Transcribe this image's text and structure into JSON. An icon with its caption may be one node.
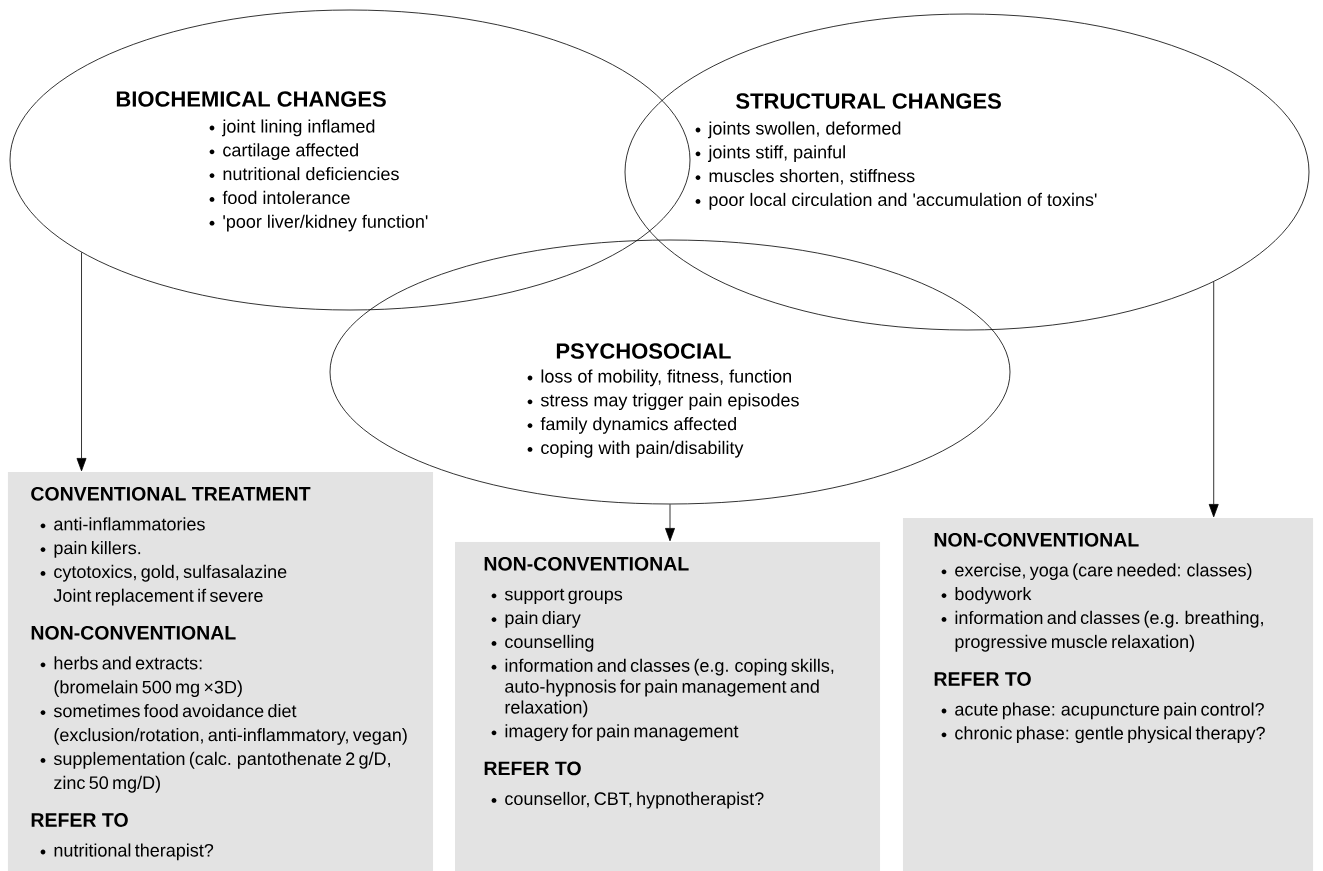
{
  "diagram": {
    "nodes": [
      {
        "text": [
          "BIOCHEMICAL CHANGES",
          "joint lining inflamed",
          "cartilage affected",
          "nutritional deficiencies",
          "food intolerance",
          "'poor liver/kidney function'"
        ]
      },
      {
        "text": [
          "STRUCTURAL CHANGES",
          "joints swollen, deformed",
          "joints stiff, painful",
          "muscles shorten, stiffness",
          "poor local circulation and 'accumulation of toxins'"
        ]
      },
      {
        "text": [
          "PSYCHOSOCIAL",
          "loss of mobility, fitness, function",
          "stress may trigger pain episodes",
          "family dynamics affected",
          "coping with pain/disability"
        ]
      },
      {
        "text": [
          "CONVENTIONAL TREATMENT",
          "anti-inflammatories",
          "pain killers.",
          "cytotoxics, gold, sulfasalazine",
          "Joint replacement if severe",
          "NON-CONVENTIONAL",
          "herbs and extracts: (bromelain 500 mg ×3D)",
          "sometimes food avoidance diet (exclusion/rotation, anti-inflammatory, vegan)",
          "supplementation (calc. pantothenate 2 g/D, zinc 50 mg/D)",
          "REFER TO",
          "nutritional therapist?"
        ]
      },
      {
        "text": [
          "NON-CONVENTIONAL",
          "support groups",
          "pain diary",
          "counselling",
          "information and classes (e.g. coping skills, auto-hypnosis for pain management and relaxation)",
          "imagery for pain management",
          "REFER TO",
          "counsellor, CBT, hypnotherapist?"
        ]
      },
      {
        "text": [
          "NON-CONVENTIONAL",
          "exercise, yoga (care needed: classes)",
          "bodywork",
          "information and classes (e.g. breathing, progressive muscle relaxation)",
          "REFER TO",
          "acute phase: acupuncture pain control?",
          "chronic phase: gentle physical therapy?"
        ]
      }
    ],
    "edges": [
      {
        "from": 0,
        "to": 3,
        "arrow": "to"
      },
      {
        "from": 2,
        "to": 4,
        "arrow": "to"
      },
      {
        "from": 1,
        "to": 5,
        "arrow": "to"
      }
    ]
  }
}
